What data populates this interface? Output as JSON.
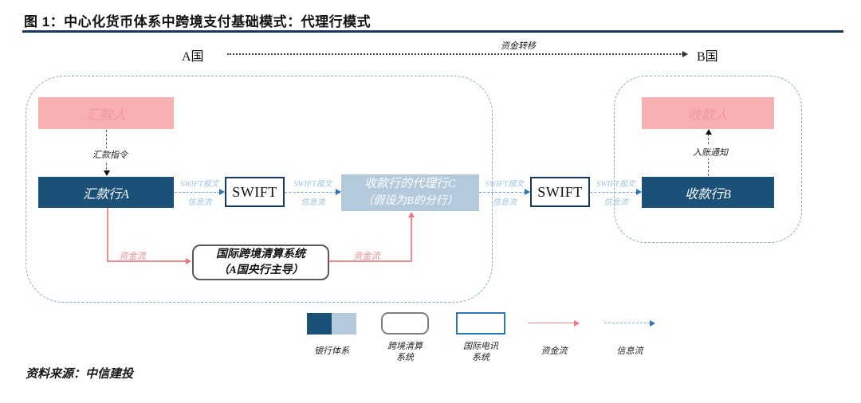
{
  "title": "图 1：中心化货币体系中跨境支付基础模式：代理行模式",
  "source": "资料来源：中信建投",
  "regions": {
    "country_a": "A国",
    "country_b": "B国",
    "transfer_label": "资金转移"
  },
  "nodes": {
    "remitter": "汇款人",
    "remitting_bank": "汇款行A",
    "swift": "SWIFT",
    "correspondent_line1": "收款行的代理行C",
    "correspondent_line2": "（假设为B的分行）",
    "receiving_bank": "收款行B",
    "payee": "收款人",
    "clearing_line1": "国际跨境清算系统",
    "clearing_line2": "（A国央行主导）"
  },
  "flows": {
    "remit_instruction": "汇款指令",
    "credit_notice": "入账通知",
    "swift_msg_line1": "SWIFT报文",
    "swift_msg_line2": "信息流",
    "fund_flow": "资金流"
  },
  "legend": {
    "bank_system": "银行体系",
    "clearing_line1": "跨境清算",
    "clearing_line2": "系统",
    "telecom_line1": "国际电讯",
    "telecom_line2": "系统",
    "fund_flow": "资金流",
    "info_flow": "信息流"
  },
  "colors": {
    "dark_blue": "#1b5078",
    "light_blue": "#b4cadc",
    "pink": "#f8b0b3",
    "accent_blue": "#2e75b6",
    "fund_red": "#f28b8d",
    "title_rule": "#17375e",
    "container_dash": "#86aac6"
  }
}
